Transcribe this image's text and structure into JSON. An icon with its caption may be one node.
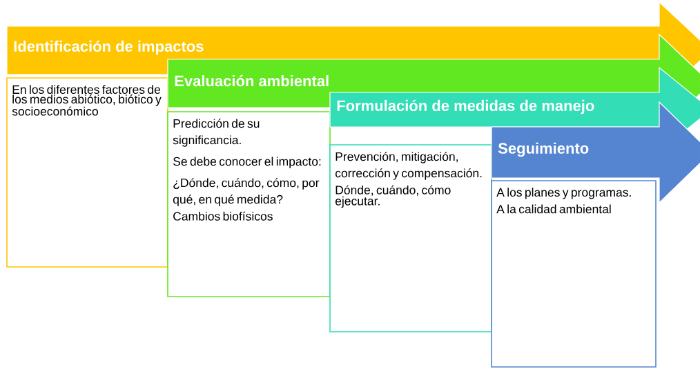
{
  "diagram": {
    "nodes": [
      {
        "text": [
          "Identificación de impactos"
        ]
      },
      {
        "text": [
          "En los diferentes factores de los medios abiótico, biótico y socioeconómico"
        ]
      },
      {
        "text": [
          "Evaluación ambiental"
        ]
      },
      {
        "text": [
          "Predicción de su significancia.",
          "Se debe conocer el impacto:",
          "¿Dónde, cuándo, cómo, por qué, en qué medida?",
          "Cambios  biofísicos"
        ]
      },
      {
        "text": [
          "Formulación de medidas de manejo"
        ]
      },
      {
        "text": [
          "Prevención, mitigación, corrección y compensación.",
          "Dónde, cuándo, cómo ejecutar."
        ]
      },
      {
        "text": [
          "Seguimiento"
        ]
      },
      {
        "text": [
          "A los planes y programas.",
          "A la calidad ambiental"
        ]
      }
    ]
  }
}
